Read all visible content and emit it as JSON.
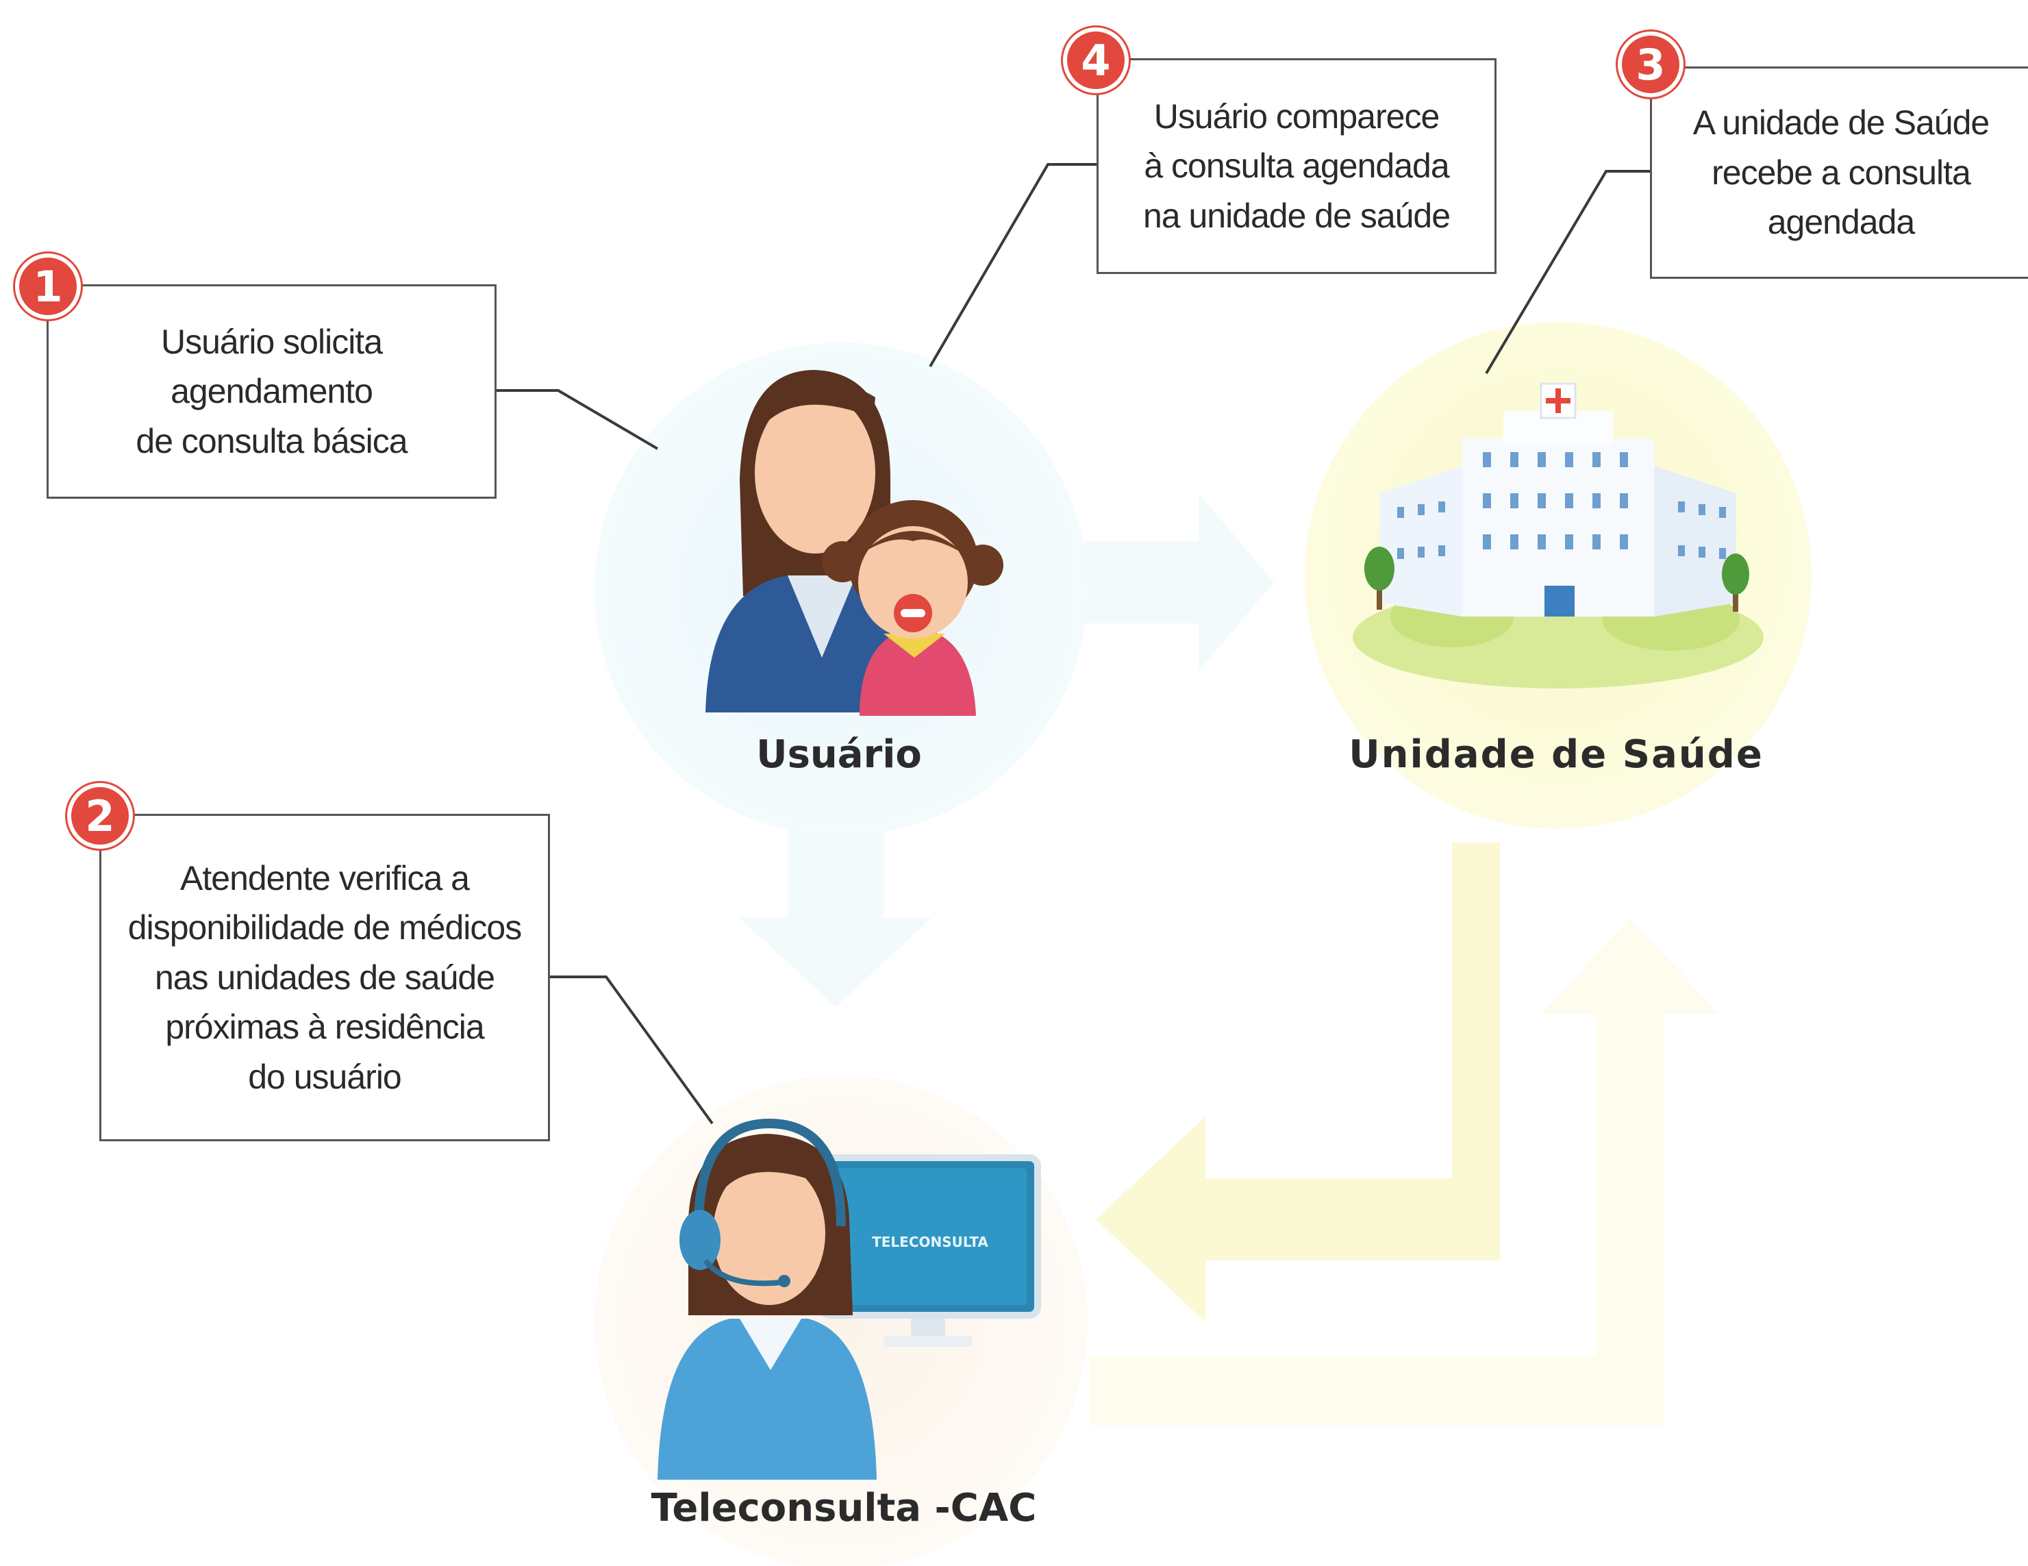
{
  "nodes": {
    "usuario": {
      "label": "Usuário"
    },
    "unidade": {
      "label": "Unidade de Saúde"
    },
    "teleconsulta": {
      "label": "Teleconsulta -CAC",
      "screen_text": "TELECONSULTA"
    }
  },
  "steps": [
    {
      "number": "1",
      "lines": [
        "Usuário solicita",
        "agendamento",
        "de consulta básica"
      ]
    },
    {
      "number": "2",
      "lines": [
        "Atendente verifica a",
        "disponibilidade de médicos",
        "nas unidades de saúde",
        "próximas à residência",
        "do usuário"
      ]
    },
    {
      "number": "3",
      "lines": [
        "A unidade de Saúde",
        "recebe a consulta",
        "agendada"
      ]
    },
    {
      "number": "4",
      "lines": [
        "Usuário comparece",
        "à consulta  agendada",
        "na unidade de saúde"
      ]
    }
  ],
  "colors": {
    "badge": "#e2483d",
    "usuario_circle": "#eef8fc",
    "unidade_circle": "#fdfbd8",
    "teleconsulta_circle": "#fdf6ee",
    "arrow": "#fcf9d6",
    "box_border": "#555555"
  }
}
